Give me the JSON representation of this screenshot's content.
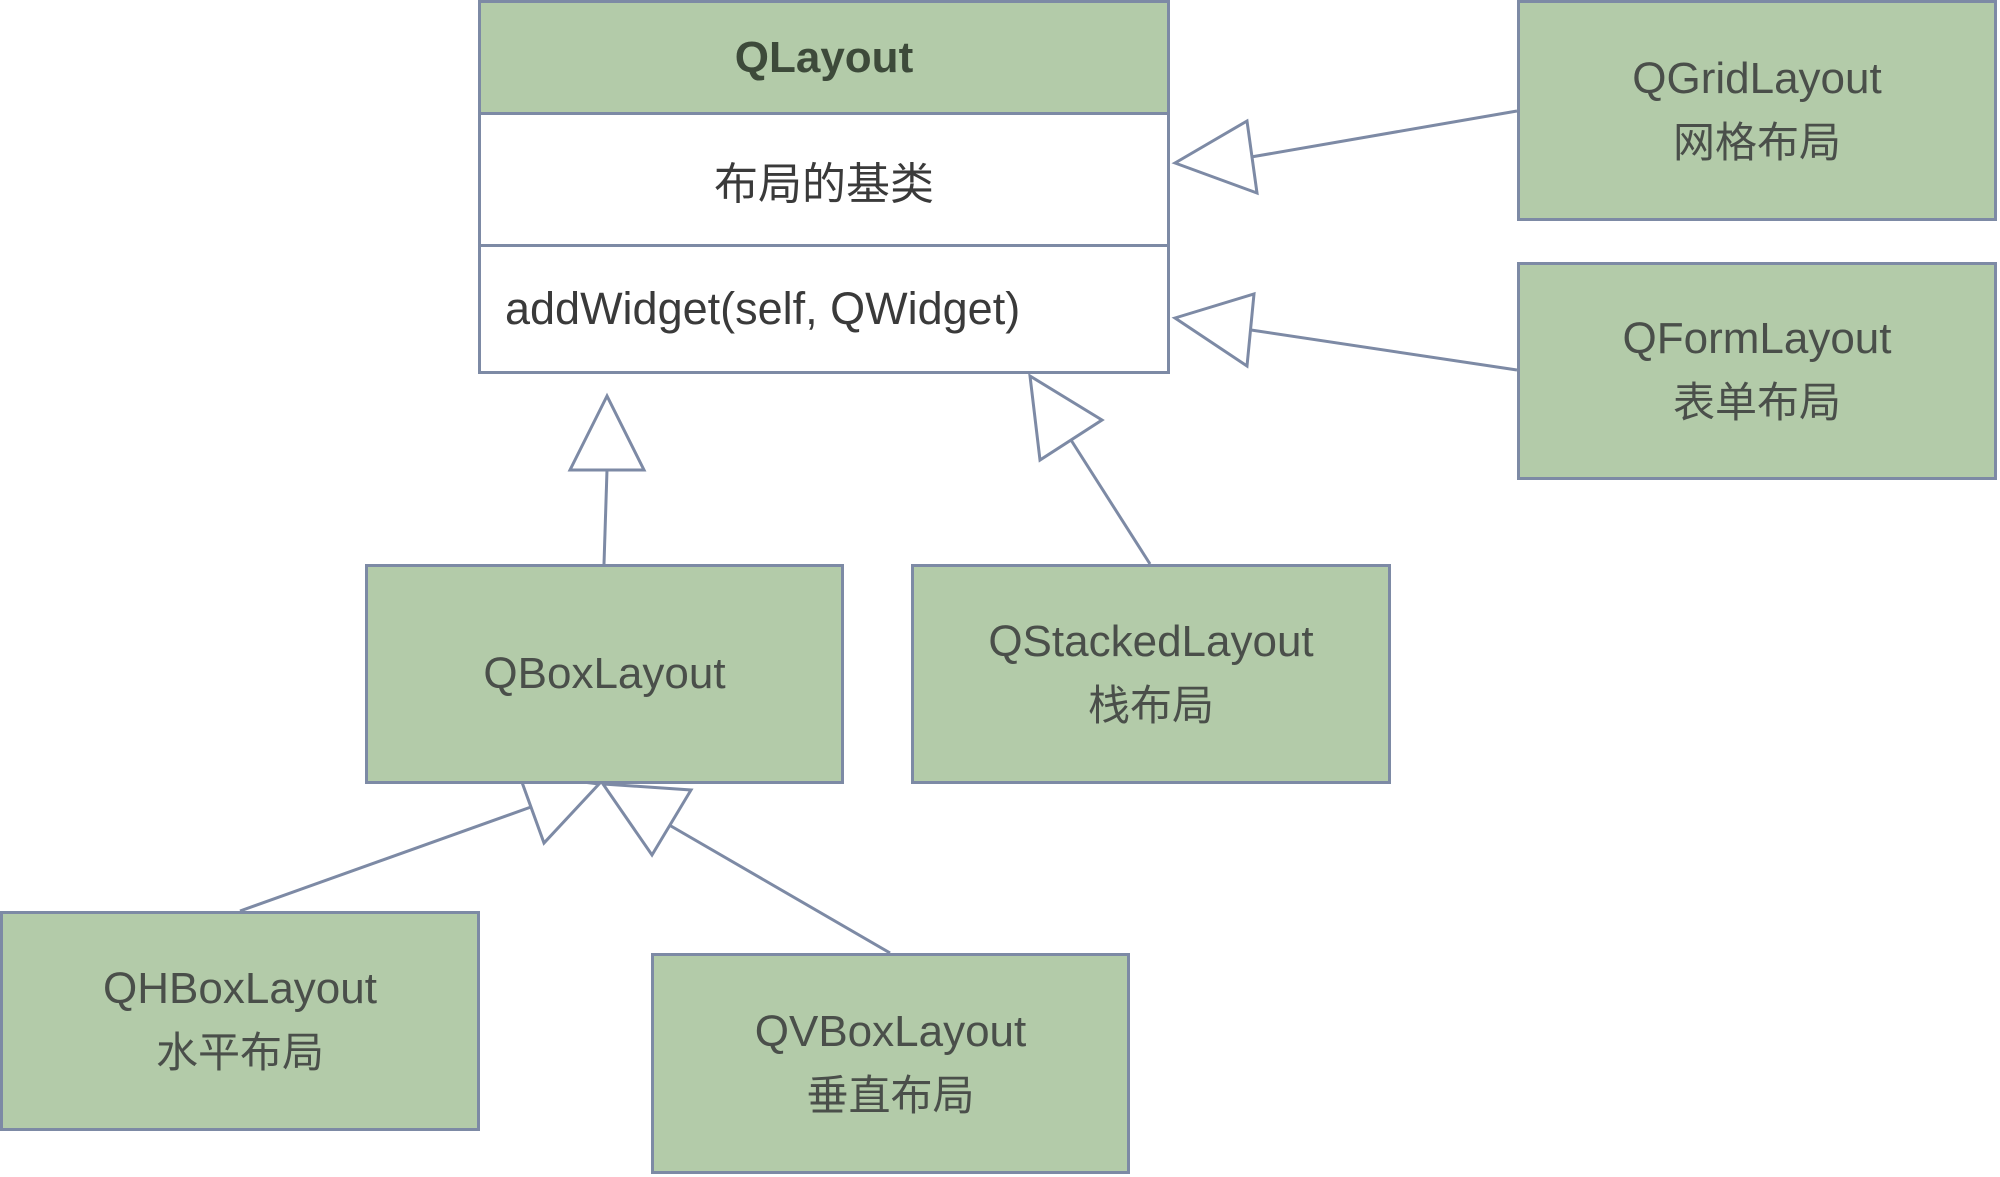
{
  "base_class": {
    "name": "QLayout",
    "description": "布局的基类",
    "method": "addWidget(self, QWidget)"
  },
  "subclasses": {
    "grid": {
      "name": "QGridLayout",
      "label": "网格布局"
    },
    "form": {
      "name": "QFormLayout",
      "label": "表单布局"
    },
    "box": {
      "name": "QBoxLayout",
      "label": ""
    },
    "stacked": {
      "name": "QStackedLayout",
      "label": "栈布局"
    },
    "hbox": {
      "name": "QHBoxLayout",
      "label": "水平布局"
    },
    "vbox": {
      "name": "QVBoxLayout",
      "label": "垂直布局"
    }
  },
  "relations": [
    {
      "from": "QGridLayout",
      "to": "QLayout",
      "type": "inheritance"
    },
    {
      "from": "QFormLayout",
      "to": "QLayout",
      "type": "inheritance"
    },
    {
      "from": "QBoxLayout",
      "to": "QLayout",
      "type": "inheritance"
    },
    {
      "from": "QStackedLayout",
      "to": "QLayout",
      "type": "inheritance"
    },
    {
      "from": "QHBoxLayout",
      "to": "QBoxLayout",
      "type": "inheritance"
    },
    {
      "from": "QVBoxLayout",
      "to": "QBoxLayout",
      "type": "inheritance"
    }
  ],
  "colors": {
    "box_fill": "#b3cba9",
    "border": "#7d8aa5",
    "text": "#3a3a3a"
  }
}
